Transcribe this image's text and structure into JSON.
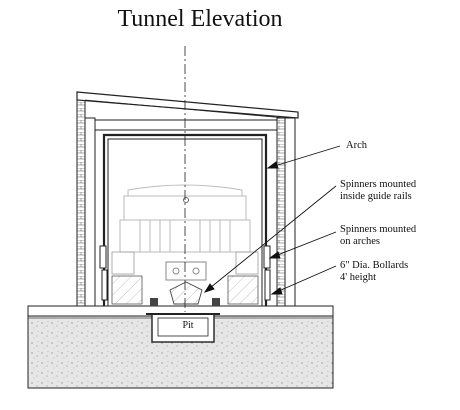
{
  "title": "Tunnel Elevation",
  "labels": {
    "arch": "Arch",
    "spinners_guide_line1": "Spinners mounted",
    "spinners_guide_line2": "inside guide rails",
    "spinners_arches_line1": "Spinners mounted",
    "spinners_arches_line2": "on arches",
    "bollards_line1": "6\" Dia. Bollards",
    "bollards_line2": "4' height",
    "pit": "Pit"
  }
}
